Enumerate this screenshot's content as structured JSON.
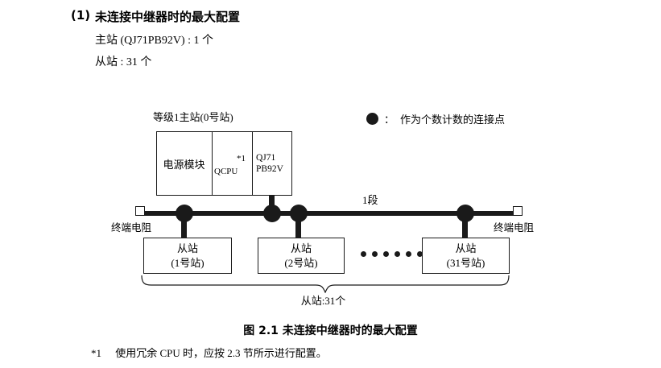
{
  "heading": {
    "number": "(1)",
    "title": "未连接中继器时的最大配置",
    "spec_master": "主站 (QJ71PB92V) : 1 个",
    "spec_slave": "从站 : 31 个"
  },
  "diagram": {
    "master_rack_label": "等级1主站(0号站)",
    "rack_slots": {
      "power": "电源模块",
      "cpu": "QCPU",
      "cpu_footmark": "*1",
      "network_line1": "QJ71",
      "network_line2": "PB92V"
    },
    "segment_label": "1段",
    "terminator_left": "终端电阻",
    "terminator_right": "终端电阻",
    "slaves": [
      {
        "name": "从站",
        "station": "(1号站)"
      },
      {
        "name": "从站",
        "station": "(2号站)"
      },
      {
        "name": "从站",
        "station": "(31号站)"
      }
    ],
    "brace_label": "从站:31个",
    "legend": {
      "separator": "：",
      "text": "作为个数计数的连接点"
    }
  },
  "caption": "图 2.1  未连接中继器时的最大配置",
  "footnote": {
    "mark": "*1",
    "text": "使用冗余 CPU 时，应按 2.3 节所示进行配置。"
  },
  "colors": {
    "ink": "#1a1a1a",
    "background": "#ffffff"
  }
}
